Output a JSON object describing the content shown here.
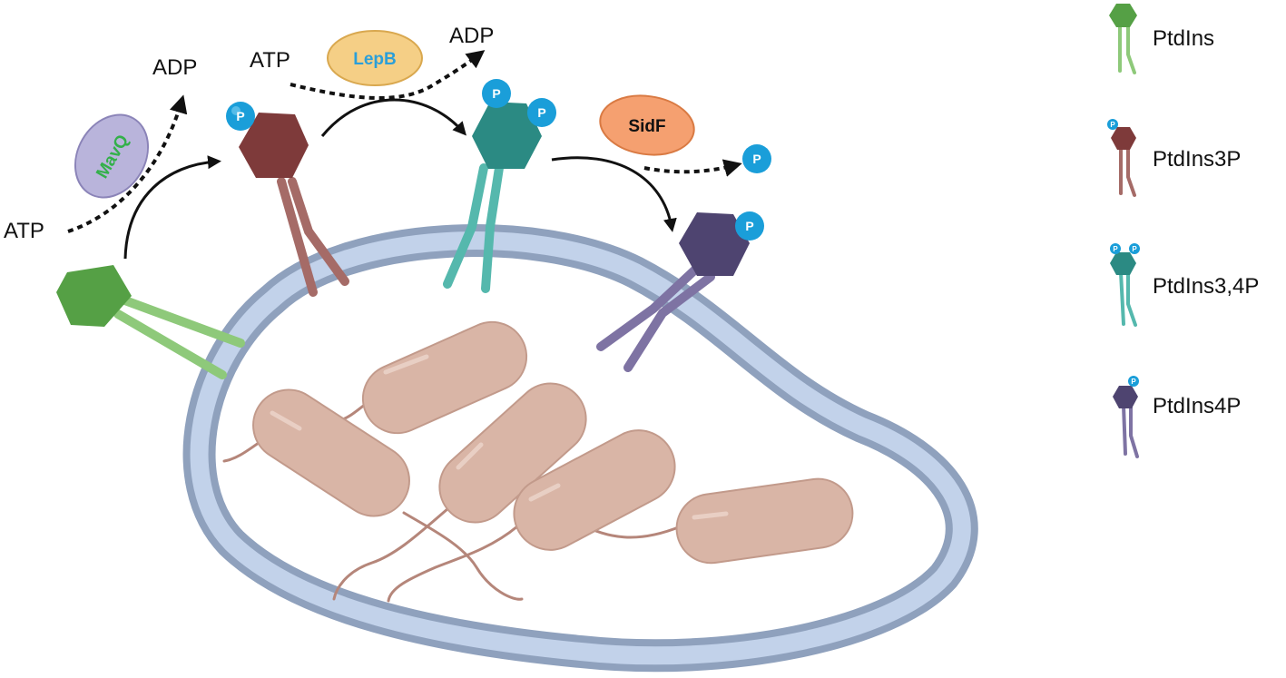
{
  "colors": {
    "ptdins": "#55a045",
    "ptdins_tail": "#8ec97a",
    "ptdins3p": "#7e3a3a",
    "ptdins3p_tail": "#a56b67",
    "ptdins34p": "#2b8a83",
    "ptdins34p_tail": "#55b8ad",
    "ptdins4p": "#4e4470",
    "ptdins4p_tail": "#7e73a3",
    "phosphate": "#1a9ed9",
    "membrane_outer": "#8fa1bd",
    "membrane_inner": "#c2d2ea",
    "bacterium": "#d9b5a6",
    "mavq_fill": "#b9b4db",
    "mavq_text": "#33b04a",
    "lepb_fill": "#f5cf86",
    "lepb_text": "#2b9fd9",
    "sidf_fill": "#f5a070",
    "sidf_text": "#111111"
  },
  "reactions": {
    "mavq": {
      "enzyme": "MavQ",
      "substrate": "ATP",
      "product": "ADP"
    },
    "lepb": {
      "enzyme": "LepB",
      "substrate": "ATP",
      "product": "ADP"
    },
    "sidf": {
      "enzyme": "SidF"
    }
  },
  "phosphate_label": "P",
  "legend": [
    {
      "label": "PtdIns",
      "icon": "ptdins-icon"
    },
    {
      "label": "PtdIns3P",
      "icon": "ptdins3p-icon"
    },
    {
      "label": "PtdIns3,4P",
      "icon": "ptdins34p-icon"
    },
    {
      "label": "PtdIns4P",
      "icon": "ptdins4p-icon"
    }
  ]
}
